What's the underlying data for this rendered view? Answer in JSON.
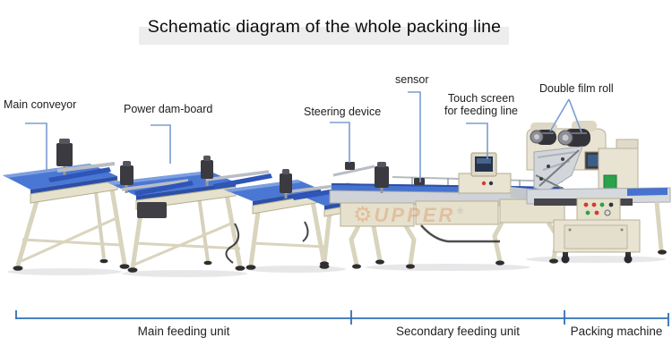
{
  "title": "Schematic diagram of the whole packing line",
  "callouts": {
    "main_conveyor": "Main conveyor",
    "power_dam_board": "Power dam-board",
    "steering_device": "Steering device",
    "sensor": "sensor",
    "touch_screen_line1": "Touch screen",
    "touch_screen_line2": "for feeding line",
    "double_film_roll": "Double film roll"
  },
  "sections": {
    "main_feeding_unit": "Main feeding unit",
    "secondary_feeding_unit": "Secondary feeding unit",
    "packing_machine": "Packing machine"
  },
  "watermark": {
    "gear_icon": "⚙",
    "text": "UPPER",
    "registered_mark": "®"
  },
  "colors": {
    "leader_line": "#7b9dd1",
    "ruler_line": "#2f6fb4",
    "belt_blue": "#4673cf",
    "belt_blue_dark": "#2c4fa8",
    "frame_beige": "#e6e1cc",
    "machine_beige": "#e8e3d2",
    "steel_gray": "#d2d5d9",
    "motor_dark": "#3a3a40",
    "accent_green": "#2ca14c",
    "title_band": "#ededed"
  }
}
